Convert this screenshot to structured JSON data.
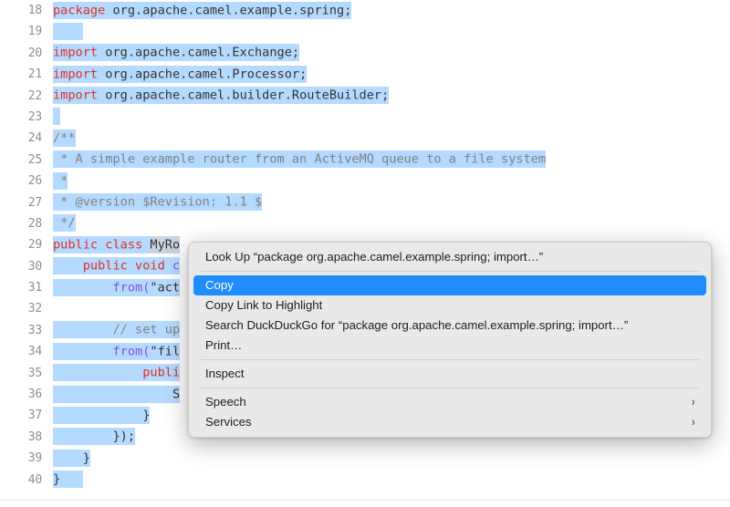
{
  "code": {
    "language": "java",
    "first_line_number": 18,
    "lines": [
      {
        "n": "18",
        "tokens": [
          {
            "t": "package ",
            "c": "k",
            "sel": true
          },
          {
            "t": "org.apache.camel.example.spring;",
            "c": "pl",
            "sel": true
          }
        ]
      },
      {
        "n": "19",
        "tokens": [
          {
            "t": "    ",
            "c": "pl",
            "sel": true
          }
        ]
      },
      {
        "n": "20",
        "tokens": [
          {
            "t": "import ",
            "c": "k",
            "sel": true
          },
          {
            "t": "org.apache.camel.Exchange;",
            "c": "pl",
            "sel": true
          }
        ]
      },
      {
        "n": "21",
        "tokens": [
          {
            "t": "import ",
            "c": "k",
            "sel": true
          },
          {
            "t": "org.apache.camel.Processor;",
            "c": "pl",
            "sel": true
          }
        ]
      },
      {
        "n": "22",
        "tokens": [
          {
            "t": "import ",
            "c": "k",
            "sel": true
          },
          {
            "t": "org.apache.camel.builder.RouteBuilder;",
            "c": "pl",
            "sel": true
          }
        ]
      },
      {
        "n": "23",
        "tokens": [
          {
            "t": " ",
            "c": "pl",
            "sel": true
          }
        ]
      },
      {
        "n": "24",
        "tokens": [
          {
            "t": "/**",
            "c": "cm",
            "sel": true
          }
        ]
      },
      {
        "n": "25",
        "tokens": [
          {
            "t": " * A simple example router from an ActiveMQ queue to a file system",
            "c": "cm",
            "sel": true
          }
        ]
      },
      {
        "n": "26",
        "tokens": [
          {
            "t": " *",
            "c": "cm",
            "sel": true
          }
        ]
      },
      {
        "n": "27",
        "tokens": [
          {
            "t": " * @version $Revision: 1.1 $",
            "c": "cm",
            "sel": true
          }
        ]
      },
      {
        "n": "28",
        "tokens": [
          {
            "t": " */",
            "c": "cm",
            "sel": true
          }
        ]
      },
      {
        "n": "29",
        "tokens": [
          {
            "t": "public class ",
            "c": "k",
            "sel": true
          },
          {
            "t": "MyRo",
            "c": "cl",
            "seldim": true
          }
        ]
      },
      {
        "n": "30",
        "tokens": [
          {
            "t": "    ",
            "c": "pl",
            "sel": true
          },
          {
            "t": "public void ",
            "c": "k",
            "sel": true
          },
          {
            "t": "c",
            "c": "fn",
            "sel": true
          }
        ]
      },
      {
        "n": "31",
        "tokens": [
          {
            "t": "        ",
            "c": "pl",
            "sel": true
          },
          {
            "t": "from(",
            "c": "fn",
            "sel": true
          },
          {
            "t": "\"act",
            "c": "pl",
            "sel": true
          }
        ]
      },
      {
        "n": "32",
        "tokens": [
          {
            "t": "",
            "c": "pl",
            "sel": false
          }
        ]
      },
      {
        "n": "33",
        "tokens": [
          {
            "t": "        ",
            "c": "pl",
            "sel": true
          },
          {
            "t": "// set up",
            "c": "cm",
            "sel": true
          }
        ]
      },
      {
        "n": "34",
        "tokens": [
          {
            "t": "        ",
            "c": "pl",
            "sel": true
          },
          {
            "t": "from(",
            "c": "fn",
            "sel": true
          },
          {
            "t": "\"fil",
            "c": "pl",
            "sel": true
          }
        ]
      },
      {
        "n": "35",
        "tokens": [
          {
            "t": "            ",
            "c": "pl",
            "sel": true
          },
          {
            "t": "publi",
            "c": "k",
            "sel": true
          }
        ]
      },
      {
        "n": "36",
        "tokens": [
          {
            "t": "                ",
            "c": "pl",
            "sel": true
          },
          {
            "t": "S",
            "c": "pl",
            "sel": true
          }
        ]
      },
      {
        "n": "37",
        "tokens": [
          {
            "t": "            ",
            "c": "pl",
            "sel": true
          },
          {
            "t": "}",
            "c": "pl",
            "sel": true
          }
        ]
      },
      {
        "n": "38",
        "tokens": [
          {
            "t": "        ",
            "c": "pl",
            "sel": true
          },
          {
            "t": "});",
            "c": "pl",
            "sel": true
          }
        ]
      },
      {
        "n": "39",
        "tokens": [
          {
            "t": "    ",
            "c": "pl",
            "sel": true
          },
          {
            "t": "}",
            "c": "pl",
            "sel": true
          }
        ]
      },
      {
        "n": "40",
        "tokens": [
          {
            "t": "}",
            "c": "pl",
            "sel": true
          },
          {
            "t": "   ",
            "c": "pl",
            "sel": true
          }
        ]
      }
    ]
  },
  "context_menu": {
    "items": [
      {
        "label": "Look Up “package org.apache.camel.example.spring;  import…”",
        "selected": false,
        "submenu": false,
        "name": "menu-item-look-up"
      },
      {
        "sep": true
      },
      {
        "label": "Copy",
        "selected": true,
        "submenu": false,
        "name": "menu-item-copy"
      },
      {
        "label": "Copy Link to Highlight",
        "selected": false,
        "submenu": false,
        "name": "menu-item-copy-link-to-highlight"
      },
      {
        "label": "Search DuckDuckGo for “package org.apache.camel.example.spring;  import…”",
        "selected": false,
        "submenu": false,
        "name": "menu-item-search-duckduckgo"
      },
      {
        "label": "Print…",
        "selected": false,
        "submenu": false,
        "name": "menu-item-print"
      },
      {
        "sep": true
      },
      {
        "label": "Inspect",
        "selected": false,
        "submenu": false,
        "name": "menu-item-inspect"
      },
      {
        "sep": true
      },
      {
        "label": "Speech",
        "selected": false,
        "submenu": true,
        "name": "menu-item-speech"
      },
      {
        "label": "Services",
        "selected": false,
        "submenu": true,
        "name": "menu-item-services"
      }
    ],
    "submenu_arrow_glyph": "›"
  },
  "colors": {
    "selection_highlight": "#b5daff",
    "menu_selected": "#1f8dfc",
    "keyword": "#d93025",
    "comment": "#7f8184",
    "method": "#8250df",
    "gutter_text": "#8a8f98",
    "menu_background": "#e9e9e9"
  }
}
